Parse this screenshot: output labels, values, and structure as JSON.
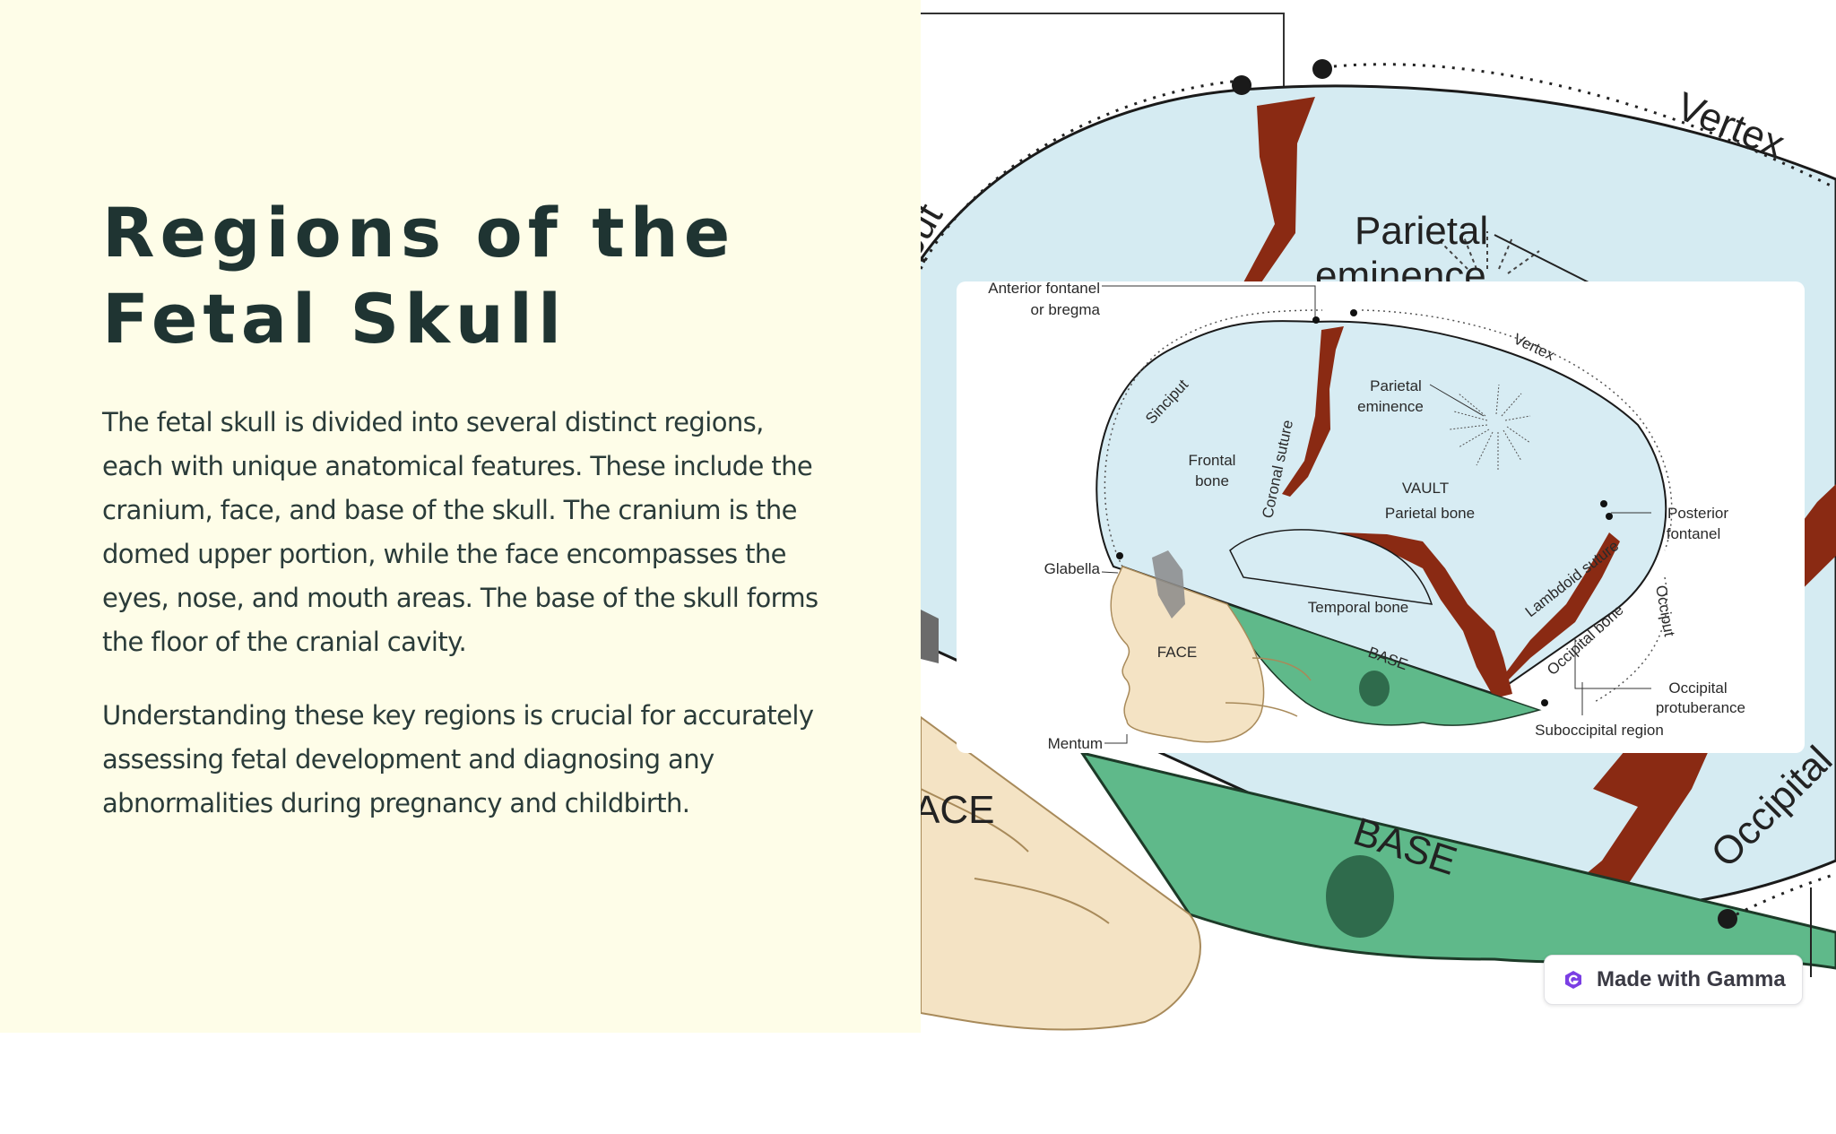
{
  "slide": {
    "title": "Regions of the Fetal Skull",
    "paragraphs": [
      "The fetal skull is divided into several distinct regions, each with unique anatomical features. These include the cranium, face, and base of the skull. The cranium is the domed upper portion, while the face encompasses the eyes, nose, and mouth areas. The base of the skull forms the floor of the cranial cavity.",
      "Understanding these key regions is crucial for accurately assessing fetal development and diagnosing any abnormalities during pregnancy and childbirth."
    ]
  },
  "background_diagram": {
    "labels": {
      "vertex": "Vertex",
      "parietal_1": "Parietal",
      "parietal_2": "eminence",
      "sinciput": "iput",
      "face": "ACE",
      "base": "BASE",
      "occipital": "Occipital"
    }
  },
  "diagram": {
    "labels": {
      "anterior_fontanel_1": "Anterior fontanel",
      "anterior_fontanel_2": "or bregma",
      "vertex": "Vertex",
      "sinciput": "Sinciput",
      "parietal_eminence_1": "Parietal",
      "parietal_eminence_2": "eminence",
      "frontal_bone_1": "Frontal",
      "frontal_bone_2": "bone",
      "coronal_suture": "Coronal suture",
      "vault": "VAULT",
      "parietal_bone": "Parietal bone",
      "posterior_fontanel_1": "Posterior",
      "posterior_fontanel_2": "fontanel",
      "glabella": "Glabella",
      "lambdoid_suture": "Lambdoid suture",
      "temporal_bone": "Temporal bone",
      "occiput": "Occiput",
      "occipital_bone": "Occipital bone",
      "face": "FACE",
      "base": "BASE",
      "occipital_protuberance_1": "Occipital",
      "occipital_protuberance_2": "protuberance",
      "mentum": "Mentum",
      "suboccipital_region": "Suboccipital region"
    }
  },
  "badge": {
    "text": "Made with Gamma"
  },
  "colors": {
    "left_background": "#fefde8",
    "title": "#1f3432",
    "body_text": "#2a3b39",
    "skull_blue": "#d7ecf3",
    "suture_brown": "#8a2a13",
    "base_green": "#5fb98a",
    "face_beige": "#f4e3c4"
  }
}
